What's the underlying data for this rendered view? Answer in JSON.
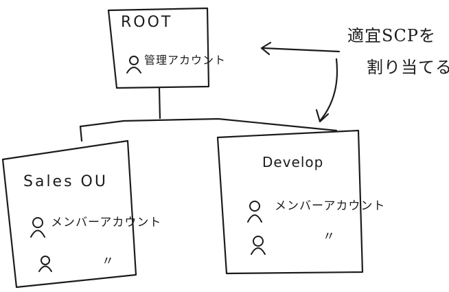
{
  "diagram": {
    "root": {
      "title": "ROOT",
      "account": "管理アカウント"
    },
    "sales": {
      "title": "Sales OU",
      "member": "メンバーアカウント",
      "ditto": "〃"
    },
    "develop": {
      "title": "Develop",
      "member": "メンバーアカウント",
      "ditto": "〃"
    },
    "note": {
      "line1": "適宜SCPを",
      "line2": "割り当てる"
    },
    "icons": [
      "person-icon",
      "arrow-icon"
    ],
    "ink_color": "#1b1b1b"
  }
}
